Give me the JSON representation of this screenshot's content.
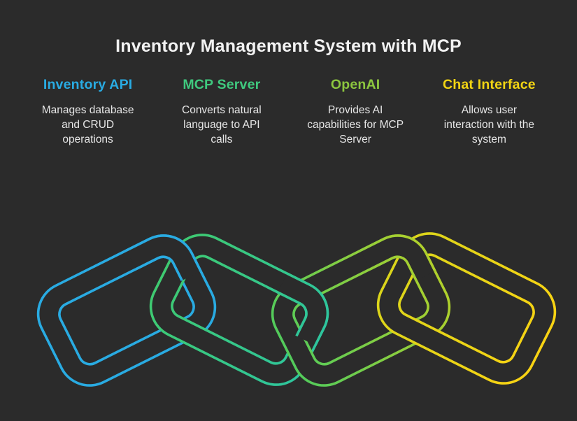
{
  "title": "Inventory Management System with MCP",
  "colors": {
    "background": "#2B2B2B",
    "title_text": "#F2F2F2",
    "description_text": "#E6E6E6"
  },
  "columns": [
    {
      "heading": "Inventory API",
      "color": "#29ABE2",
      "description": "Manages database\nand CRUD\noperations"
    },
    {
      "heading": "MCP Server",
      "color": "#3FC97E",
      "description": "Converts natural\nlanguage to API\ncalls"
    },
    {
      "heading": "OpenAI",
      "color": "#8CC63F",
      "description": "Provides AI\ncapabilities for MCP\nServer"
    },
    {
      "heading": "Chat Interface",
      "color": "#F2D413",
      "description": "Allows user\ninteraction with the\nsystem"
    }
  ],
  "chain": {
    "links": [
      {
        "name": "inventory-api-link",
        "color_start": "#29ABE2",
        "color_end": "#29ABE2"
      },
      {
        "name": "mcp-server-link",
        "color_start": "#3FCA71",
        "color_end": "#2EC59D"
      },
      {
        "name": "openai-link",
        "color_start": "#53CB5B",
        "color_end": "#AFD02C"
      },
      {
        "name": "chat-interface-link",
        "color_start": "#DBD51B",
        "color_end": "#F8D313"
      }
    ]
  }
}
